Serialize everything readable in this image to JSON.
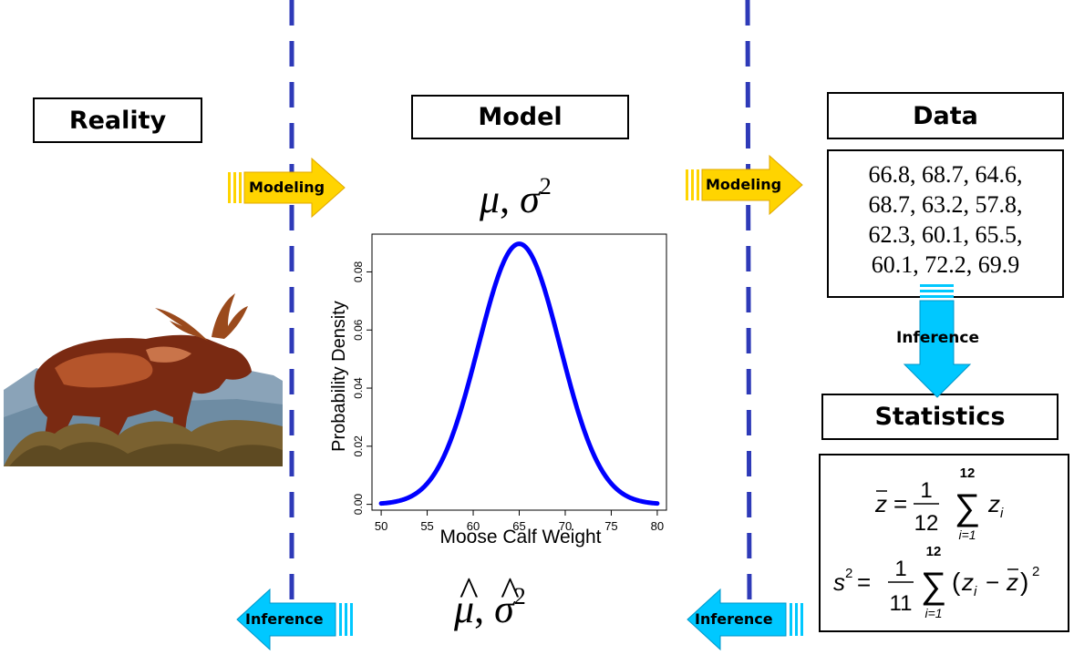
{
  "panels": {
    "reality": "Reality",
    "model": "Model",
    "data": "Data",
    "statistics": "Statistics"
  },
  "arrows": {
    "modeling_left": "Modeling",
    "modeling_right": "Modeling",
    "inference_left": "Inference",
    "inference_right": "Inference",
    "inference_down": "Inference"
  },
  "data_values": [
    "66.8, 68.7, 64.6,",
    "68.7, 63.2, 57.8,",
    "62.3, 60.1, 65.5,",
    "60.1, 72.2, 69.9"
  ],
  "params": {
    "mu": "μ",
    "sigma": "σ",
    "exp": "2",
    "sep": ","
  },
  "formulas": {
    "mean_lhs": "z",
    "var_lhs": "s",
    "n_total": "12",
    "n_minus": "11",
    "one": "1",
    "index": "i=1",
    "term": "z",
    "sub": "i",
    "equals": "="
  },
  "colors": {
    "curve": "#0000ff",
    "dashed_line": "#2e3ab8",
    "modeling_arrow": "#ffd400",
    "inference_arrow": "#00c8ff"
  },
  "chart_data": {
    "type": "line",
    "xlabel": "Moose Calf Weight",
    "ylabel": "Probability Density",
    "xlim": [
      49,
      81
    ],
    "ylim": [
      -0.002,
      0.093
    ],
    "xticks": [
      50,
      55,
      60,
      65,
      70,
      75,
      80
    ],
    "yticks": [
      "0.00",
      "0.02",
      "0.04",
      "0.06",
      "0.08"
    ],
    "distribution": {
      "family": "normal",
      "mean": 65,
      "sd": 4.45
    },
    "x_range": [
      50,
      80
    ],
    "series": [
      {
        "values_peak": 0.0897
      }
    ]
  }
}
